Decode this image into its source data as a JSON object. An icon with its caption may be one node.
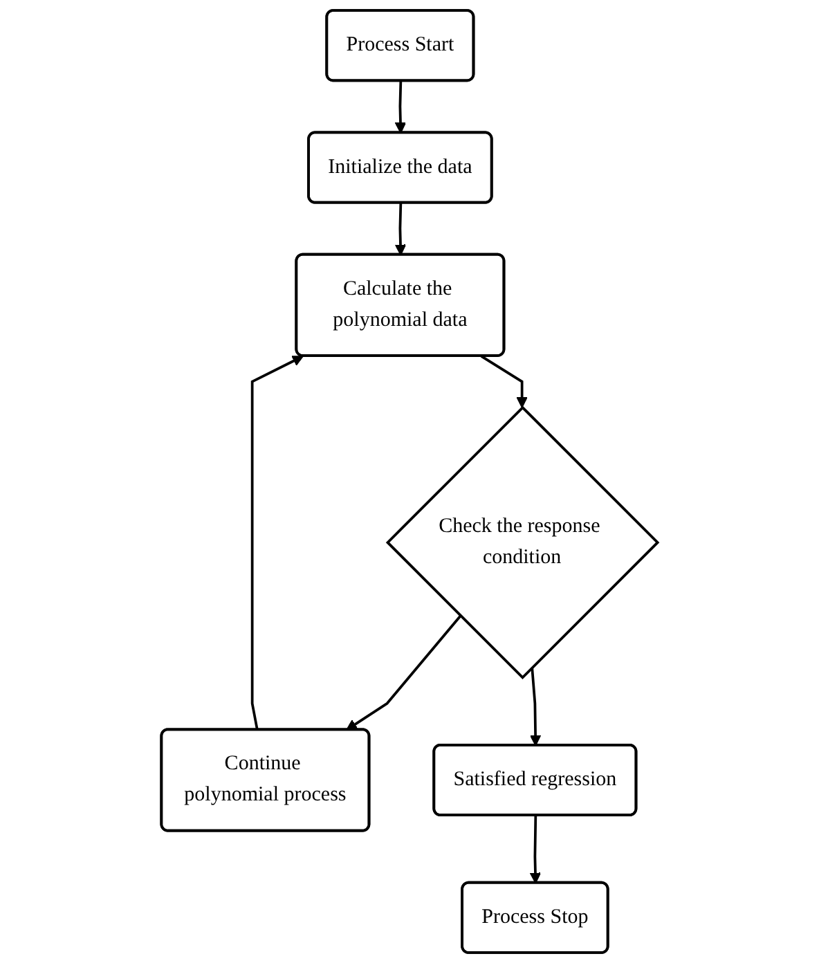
{
  "diagram": {
    "nodes": [
      {
        "text": [
          "Process Start"
        ]
      },
      {
        "text": [
          "Initialize the data"
        ]
      },
      {
        "text": [
          "Calculate the polynomial data"
        ]
      },
      {
        "text": [
          "Check the response condition"
        ]
      },
      {
        "text": [
          "Continue polynomial process"
        ]
      },
      {
        "text": [
          "Satisfied regression"
        ]
      },
      {
        "text": [
          "Process Stop"
        ]
      }
    ],
    "edges": [
      {
        "from": 0,
        "to": 1,
        "arrow": "to"
      },
      {
        "from": 1,
        "to": 2,
        "arrow": "to"
      },
      {
        "from": 2,
        "to": 3,
        "arrow": "to"
      },
      {
        "from": 3,
        "to": 4,
        "arrow": "to"
      },
      {
        "from": 4,
        "to": 2,
        "arrow": "to"
      },
      {
        "from": 3,
        "to": 5,
        "arrow": "to"
      },
      {
        "from": 5,
        "to": 6,
        "arrow": "to"
      }
    ]
  }
}
